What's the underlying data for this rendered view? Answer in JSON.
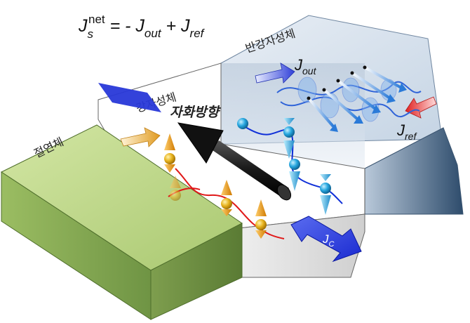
{
  "equation": {
    "J": "J",
    "s_sub": "s",
    "net_sup": "net",
    "eq_minus": " = - J",
    "out_sub": "out",
    "plus": " + J",
    "ref_sub": "ref"
  },
  "regions": {
    "insulator": "절연체",
    "ferromagnet": "강자성체",
    "antiferromagnet": "반강자성체"
  },
  "labels": {
    "magnetization": "자화방향",
    "j_out_J": "J",
    "j_out_sub": "out",
    "j_ref_J": "J",
    "j_ref_sub": "ref",
    "j_c_J": "J",
    "j_c_sub": "C"
  },
  "colors": {
    "insulator_top": "#bcd48a",
    "insulator_front": "#8fb15a",
    "ferromagnet_top": "#ffffff",
    "antiferromagnet_top": "#cfdbe8",
    "spin_up": "#f0a020",
    "spin_down": "#3aa8e0",
    "current_arrow": "#2f3fd8",
    "reflect_arrow": "#e83030",
    "magnetization_arrow": "#1a1a1a"
  }
}
